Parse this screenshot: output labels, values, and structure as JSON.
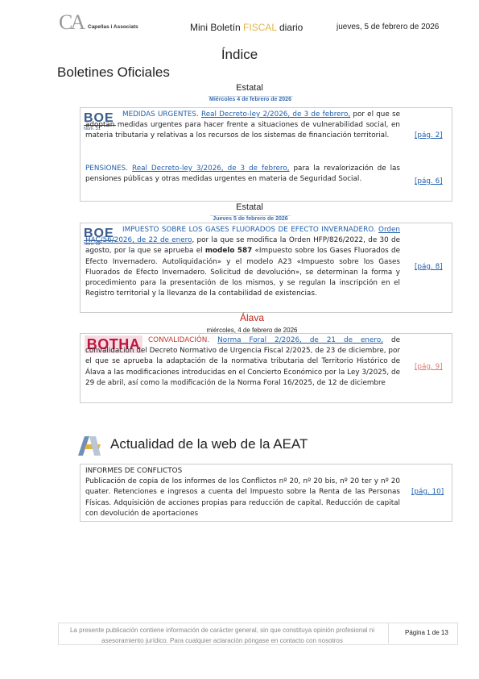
{
  "header": {
    "logo_mark": "CA",
    "logo_text": "Capellas i Associats",
    "title_prefix": "Mini Boletín ",
    "title_highlight": "FISCAL",
    "title_suffix": " diario",
    "date": "jueves, 5 de febrero de 2026"
  },
  "indice_title": "Índice",
  "boletines_title": "Boletines Oficiales",
  "sections": {
    "s1": {
      "label": "Estatal",
      "date": "Miércoles 4 de febrero de 2026",
      "logo": "BOE",
      "num": "Núm. 31",
      "items": [
        {
          "heading": "MEDIDAS URGENTES.",
          "link": "Real Decreto-ley 2/2026, de 3 de febrero,",
          "text": " por el que se adoptan medidas urgentes para hacer frente a situaciones de vulnerabilidad social, en materia tributaria y relativas a los recursos de los sistemas de financiación territorial.",
          "page": "[pág. 2]"
        },
        {
          "heading": "PENSIONES.",
          "link": "Real Decreto-ley 3/2026, de 3 de febrero,",
          "text": " para la revalorización de las pensiones públicas y otras medidas urgentes en materia de Seguridad Social.",
          "page": "[pág. 6]"
        }
      ]
    },
    "s2": {
      "label": "Estatal",
      "date": "Jueves 5 de febrero de 2026",
      "logo": "BOE",
      "num": "Núm. 32",
      "heading": "IMPUESTO SOBRE LOS GASES FLUORADOS DE EFECTO INVERNADERO.",
      "link": "Orden HAC/56/2026, de 22 de enero",
      "text_a": ", por la que se modifica la Orden HFP/826/2022, de 30 de agosto, por la que se aprueba el ",
      "bold": "modelo 587",
      "text_b": " «Impuesto sobre los Gases Fluorados de Efecto Invernadero. Autoliquidación» y el modelo A23 «Impuesto sobre los Gases Fluorados de Efecto Invernadero. Solicitud de devolución», se determinan la forma y procedimiento para la presentación de los mismos, y se regulan la inscripción en el Registro territorial y la llevanza de la contabilidad de existencias.",
      "page": "[pág. 8]"
    },
    "s3": {
      "label": "Álava",
      "date": "miércoles, 4 de febrero de 2026",
      "logo": "BOTHA",
      "heading": "CONVALIDACIÓN.",
      "link": "Norma Foral 2/2026, de 21 de enero,",
      "text": " de convalidación del Decreto Normativo de Urgencia Fiscal 2/2025, de 23 de diciembre, por el que se aprueba la adaptación de la normativa tributaria del Territorio Histórico de Álava a las modificaciones introducidas en el Concierto Económico por la Ley 3/2025, de 29 de abril, así como la modificación de la Norma Foral 16/2025, de 12 de diciembre",
      "page": "[pág. 9]"
    }
  },
  "aeat": {
    "title": "Actualidad de la web de la AEAT",
    "heading": "INFORMES DE CONFLICTOS",
    "text": "Publicación de copia de los informes de los Conflictos nº 20, nº 20 bis, nº 20 ter y nº 20 quater. Retenciones e ingresos a cuenta del Impuesto sobre la Renta de las Personas Físicas. Adquisición de acciones propias para reducción de capital. Reducción de capital con devolución de aportaciones",
    "page": "[pág. 10]"
  },
  "footer": {
    "disclaimer": "La presente publicación contiene información de carácter general, sin que constituya opinión profesional ni asesoramiento jurídico. Para cualquier aclaración póngase en contacto con nosotros",
    "page": "Página 1 de 13"
  },
  "colors": {
    "link": "#1f5fae",
    "fiscal": "#e0b64a",
    "alava": "#c0261a",
    "botha_bg": "#f6dde4"
  }
}
